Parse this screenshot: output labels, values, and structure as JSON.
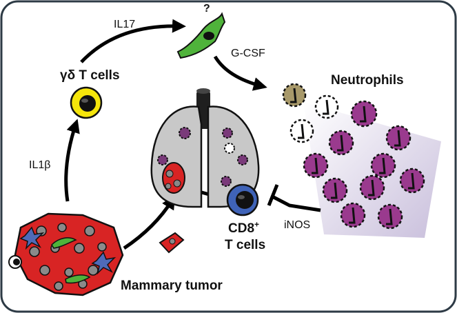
{
  "labels": {
    "unknown_cell": "?",
    "il17": "IL17",
    "gcsf": "G-CSF",
    "gd_tcells": "γδ T cells",
    "neutrophils": "Neutrophils",
    "il1b": "IL1β",
    "cd8_main": "CD8",
    "cd8_sup": "+",
    "cd8_sub": "T cells",
    "inos": "iNOS",
    "tumor": "Mammary tumor"
  },
  "colors": {
    "frame": "#2d3a45",
    "arrow": "#000000",
    "lung": "#c8c8c8",
    "trachea": "#1f1f1f",
    "gd_cell": "#f5e50b",
    "fibroblast": "#4fb33b",
    "cd8_cell": "#3f63b8",
    "neutrophil": "#9a3a8e",
    "neutrophil_tan": "#a8996a",
    "tumor_cell": "#d82424",
    "dendritic": "#4f6ab8",
    "neutrophil_field": "#c9bfdc"
  },
  "icons": [
    "gamma-delta-t-cell-icon",
    "fibroblast-icon",
    "lung-icon",
    "cd8-t-cell-icon",
    "neutrophil-icon",
    "tumor-icon"
  ]
}
